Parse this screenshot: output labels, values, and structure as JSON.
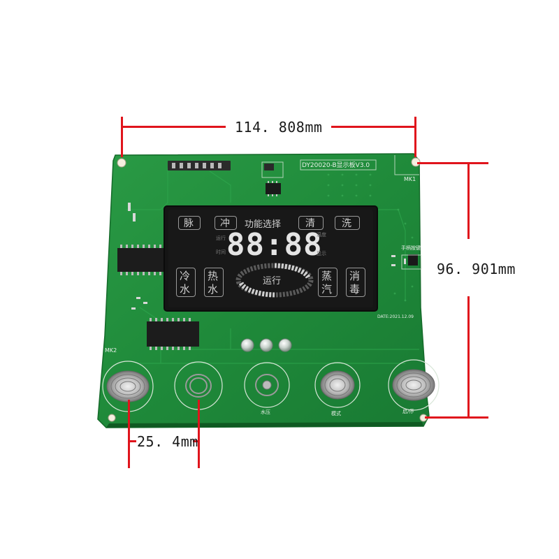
{
  "dimensions": {
    "width_label": "114. 808mm",
    "height_label": "96. 901mm",
    "pitch_label": "25. 4mm"
  },
  "board": {
    "model_label": "DY20020-B显示板V3.0",
    "date_label": "DATE:2021.12.09",
    "mk1_label": "MK1",
    "mk2_label": "MK2",
    "handle_label": "手柄按键",
    "button_labels": [
      "",
      "水压",
      "模式",
      "启/停"
    ]
  },
  "lcd": {
    "top_keys": [
      "脉",
      "冲",
      "清",
      "洗"
    ],
    "function_label": "功能选择",
    "digits": "88:88",
    "run_label": "运行",
    "left_keys": [
      [
        "冷",
        "水"
      ],
      [
        "热",
        "水"
      ]
    ],
    "right_keys": [
      [
        "蒸",
        "汽"
      ],
      [
        "消",
        "毒"
      ]
    ],
    "small_left_top": "运行",
    "small_left_bottom": "时间",
    "small_right_top": "温度",
    "small_right_bottom": "显示"
  },
  "colors": {
    "dimension_line": "#e0141c",
    "pcb": "#1f8a3a",
    "lcd": "#151515"
  }
}
